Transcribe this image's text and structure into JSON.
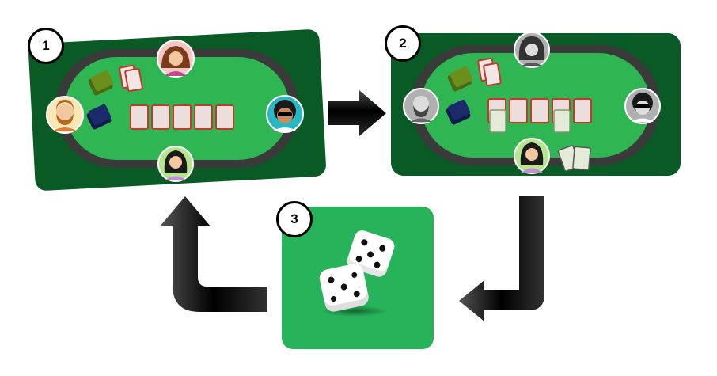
{
  "steps": [
    {
      "number": "1"
    },
    {
      "number": "2"
    },
    {
      "number": "3"
    }
  ],
  "colors": {
    "felt_dark": "#0a5a26",
    "felt_light": "#2fb552",
    "rail": "#3a3a3a",
    "dice_bg": "#27b35a",
    "arrow": "#111111",
    "card_border": "#c0392b",
    "chip_green": "#4a6b12",
    "chip_blue": "#1b2a6b"
  },
  "icons": {
    "arrow_1_to_2": "right-arrow-icon",
    "arrow_2_to_3": "down-left-arrow-icon",
    "arrow_3_to_1": "left-up-arrow-icon",
    "dice": "dice-icon"
  }
}
